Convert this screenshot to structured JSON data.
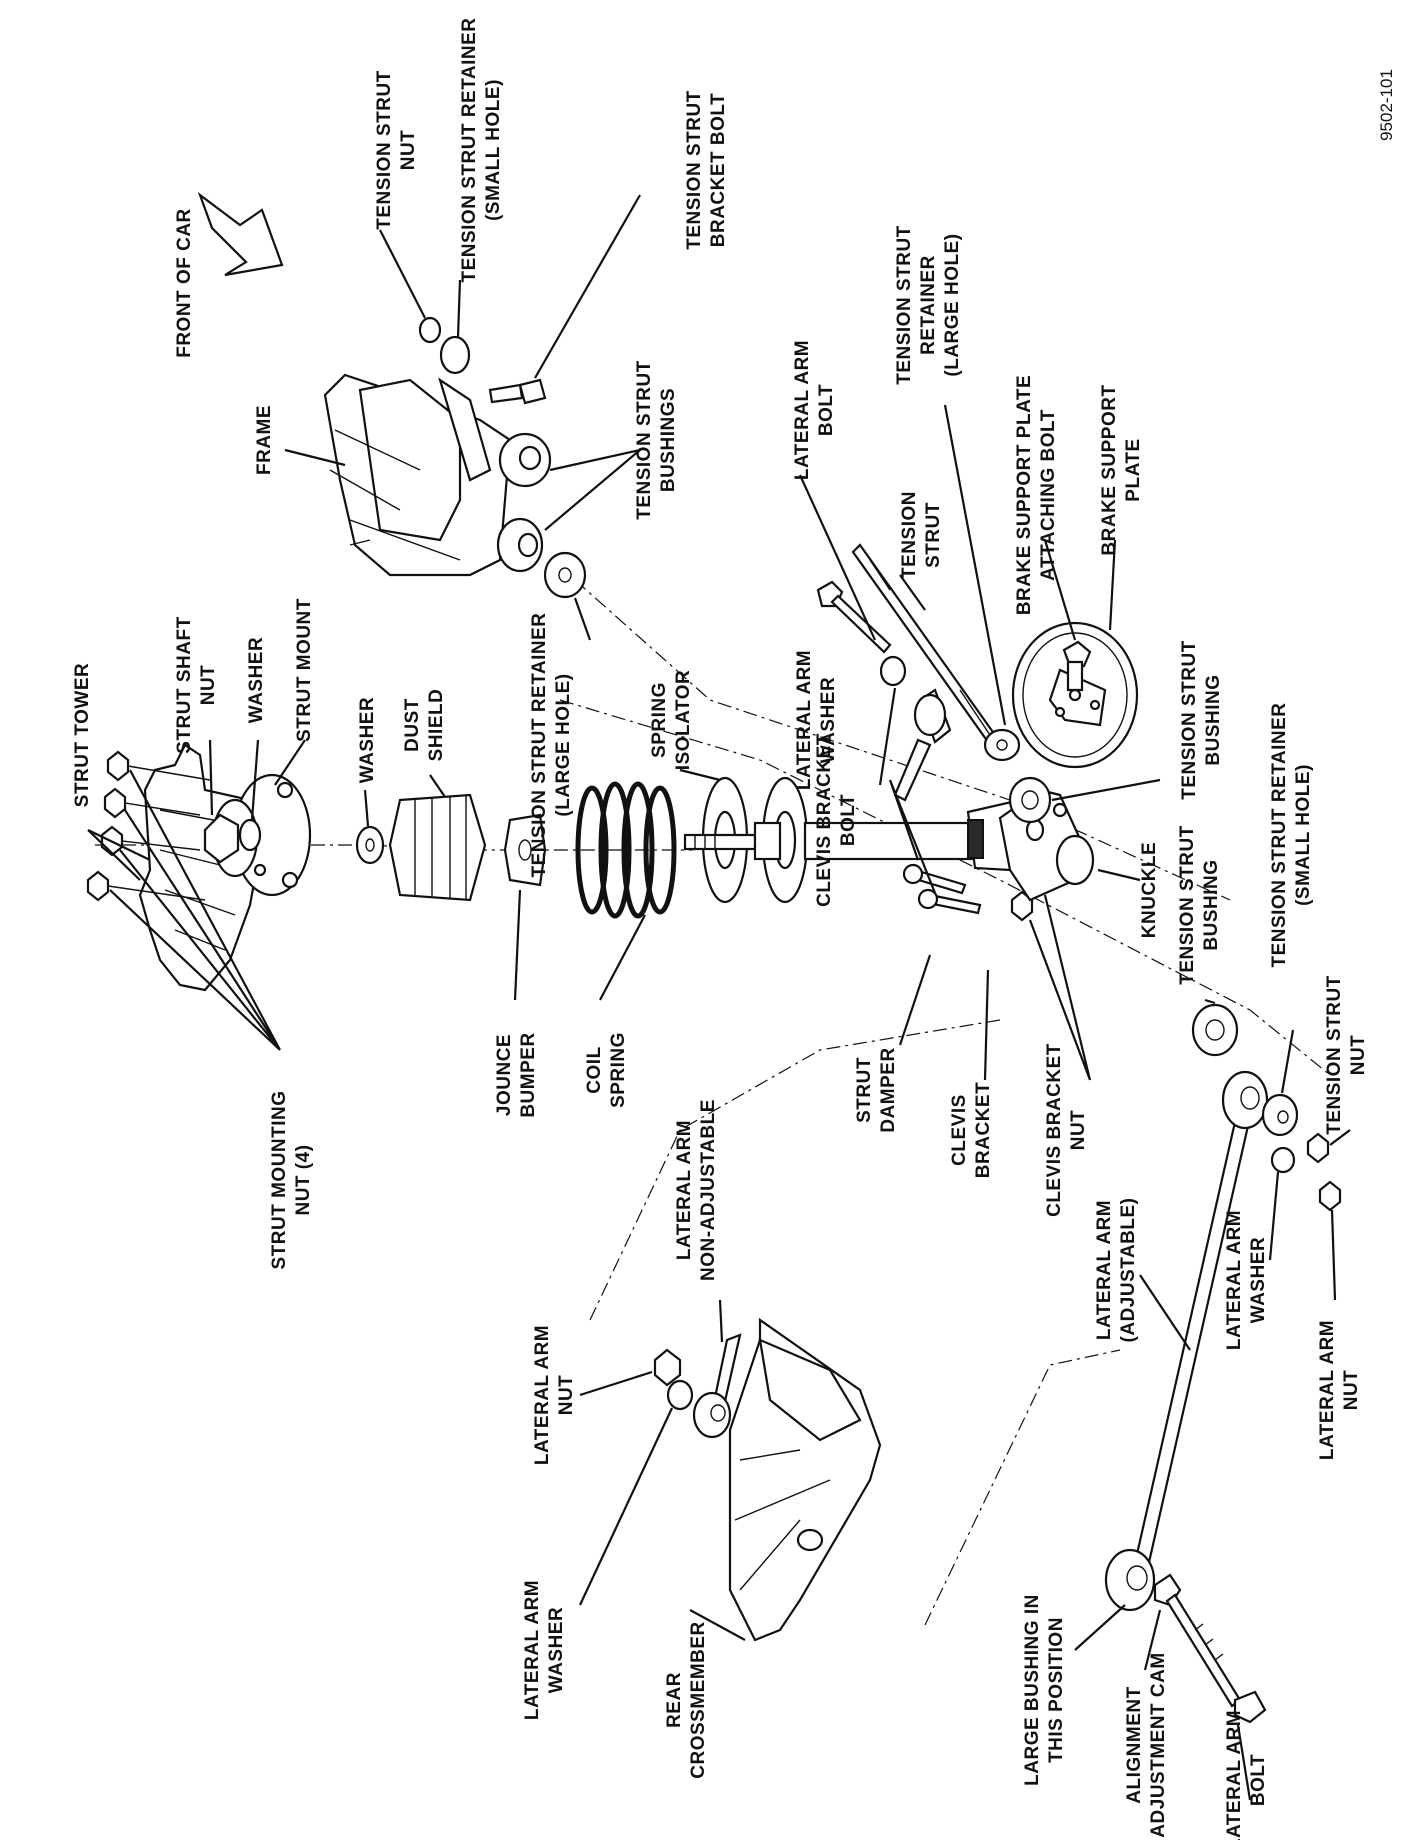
{
  "figure_id": "9502-101",
  "orientation_label": "FRONT OF CAR",
  "labels": {
    "strut_tower": "STRUT TOWER",
    "strut_shaft_nut": [
      "STRUT SHAFT",
      "NUT"
    ],
    "washer_1": "WASHER",
    "strut_mount": "STRUT MOUNT",
    "washer_2": "WASHER",
    "dust_shield": [
      "DUST",
      "SHIELD"
    ],
    "strut_mounting_nut": [
      "STRUT MOUNTING",
      "NUT (4)"
    ],
    "jounce_bumper": [
      "JOUNCE",
      "BUMPER"
    ],
    "coil_spring": [
      "COIL",
      "SPRING"
    ],
    "spring_isolator": [
      "SPRING",
      "ISOLATOR"
    ],
    "tension_strut_retainer_large_1": [
      "TENSION STRUT RETAINER",
      "(LARGE HOLE)"
    ],
    "frame": "FRAME",
    "tension_strut_bushings": [
      "TENSION STRUT",
      "BUSHINGS"
    ],
    "tension_strut_nut_top": [
      "TENSION STRUT",
      "NUT"
    ],
    "tension_strut_retainer_small_top": [
      "TENSION STRUT RETAINER",
      "(SMALL HOLE)"
    ],
    "tension_strut_bracket_bolt": [
      "TENSION STRUT",
      "BRACKET BOLT"
    ],
    "lateral_arm_bolt_top": [
      "LATERAL ARM",
      "BOLT"
    ],
    "tension_strut": [
      "TENSION",
      "STRUT"
    ],
    "tension_strut_retainer_large_2": [
      "TENSION STRUT",
      "RETAINER",
      "(LARGE HOLE)"
    ],
    "brake_support_plate_bolt": [
      "BRAKE SUPPORT PLATE",
      "ATTACHING BOLT"
    ],
    "brake_support_plate": [
      "BRAKE SUPPORT",
      "PLATE"
    ],
    "lateral_arm_washer_top": [
      "LATERAL ARM",
      "WASHER"
    ],
    "tension_strut_bushing_1": [
      "TENSION STRUT",
      "BUSHING"
    ],
    "clevis_bracket_bolt": [
      "CLEVIS BRACKET",
      "BOLT"
    ],
    "knuckle": "KNUCKLE",
    "strut_damper": [
      "STRUT",
      "DAMPER"
    ],
    "clevis_bracket": [
      "CLEVIS",
      "BRACKET"
    ],
    "clevis_bracket_nut": [
      "CLEVIS BRACKET",
      "NUT"
    ],
    "tension_strut_bushing_2": [
      "TENSION STRUT",
      "BUSHING"
    ],
    "tension_strut_retainer_small_right": [
      "TENSION STRUT RETAINER",
      "(SMALL HOLE)"
    ],
    "tension_strut_nut_right": [
      "TENSION STRUT",
      "NUT"
    ],
    "lateral_arm_non_adjustable": [
      "LATERAL ARM",
      "NON-ADJUSTABLE"
    ],
    "lateral_arm_nut_left": [
      "LATERAL ARM",
      "NUT"
    ],
    "lateral_arm_washer_left": [
      "LATERAL ARM",
      "WASHER"
    ],
    "rear_crossmember": [
      "REAR",
      "CROSSMEMBER"
    ],
    "lateral_arm_adjustable": [
      "LATERAL ARM",
      "(ADJUSTABLE)"
    ],
    "lateral_arm_washer_right": [
      "LATERAL ARM",
      "WASHER"
    ],
    "lateral_arm_nut_right": [
      "LATERAL ARM",
      "NUT"
    ],
    "large_bushing": [
      "LARGE BUSHING IN",
      "THIS POSITION"
    ],
    "alignment_cam": [
      "ALIGNMENT",
      "ADJUSTMENT CAM"
    ],
    "lateral_arm_bolt_bottom": [
      "LATERAL ARM",
      "BOLT"
    ]
  }
}
